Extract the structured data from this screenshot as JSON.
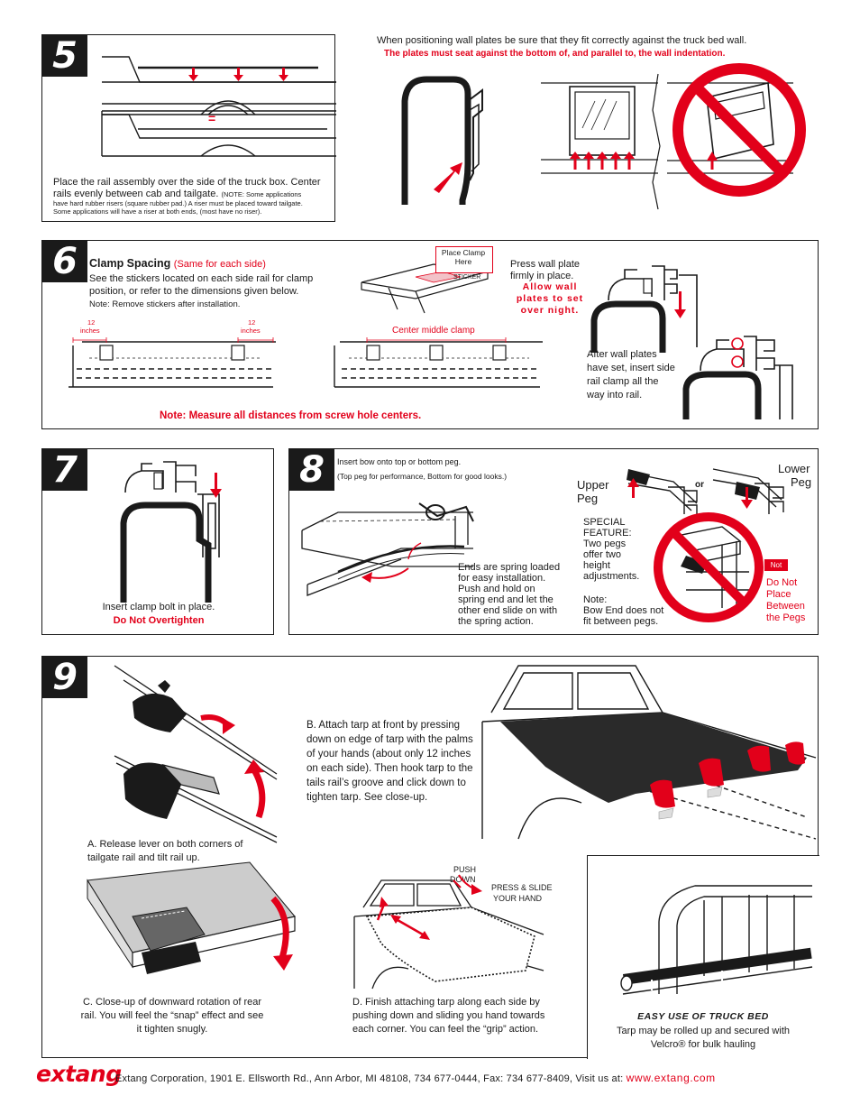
{
  "step5": {
    "number": "5",
    "equal_sign": "=",
    "intro_line1": "When positioning wall plates be sure that they fit correctly against the truck bed wall.",
    "intro_line2": "The plates must seat against the bottom of, and parallel to, the wall indentation.",
    "body_line1": "Place the rail assembly over the side of the truck box. Center",
    "body_line2": "rails evenly between cab and tailgate.",
    "note_line1": "(NOTE: Some applications",
    "note_line2": "have hard rubber risers (square rubber pad.) A riser must be placed toward tailgate.",
    "note_line3": "Some applications will have a riser at both ends, (most have no riser)."
  },
  "step6": {
    "number": "6",
    "title": "Clamp Spacing",
    "title_note": "(Same for each side)",
    "body_line1": "See the stickers located on each side rail for clamp",
    "body_line2": "position, or refer to the dimensions given below.",
    "body_line3": "Note: Remove stickers after installation.",
    "dim_left_1": "12",
    "dim_left_2": "inches",
    "dim_right_1": "12",
    "dim_right_2": "inches",
    "center_label": "Center middle clamp",
    "sticker_line1": "Place Clamp",
    "sticker_line2": "Here",
    "sticker_label": "STICKER",
    "press_line1": "Press wall plate",
    "press_line2": "firmly in place.",
    "allow_line1": "Allow wall",
    "allow_line2": "plates to set",
    "allow_line3": "over night.",
    "after_line1": "After wall plates",
    "after_line2": "have set, insert side",
    "after_line3": "rail clamp all the",
    "after_line4": "way into rail.",
    "measure_note": "Note: Measure all distances from screw hole centers."
  },
  "step7": {
    "number": "7",
    "line1": "Insert clamp bolt in place.",
    "line2": "Do Not Overtighten"
  },
  "step8": {
    "number": "8",
    "instr_line1": "Insert bow onto top or bottom peg.",
    "instr_line2": "(Top peg for performance, Bottom for good looks.)",
    "upper_1": "Upper",
    "upper_2": "Peg",
    "or": "or",
    "lower_1": "Lower",
    "lower_2": "Peg",
    "ends_1": "Ends are spring loaded",
    "ends_2": "for easy installation.",
    "ends_3": "Push and hold on",
    "ends_4": "spring end and let the",
    "ends_5": "other end slide on with",
    "ends_6": "the spring action.",
    "special_1": "SPECIAL",
    "special_2": "FEATURE:",
    "special_3": "Two pegs",
    "special_4": "offer two",
    "special_5": "height",
    "special_6": "adjustments.",
    "note_1": "Note:",
    "note_2": "Bow End does not",
    "note_3": "fit between pegs.",
    "not_tag": "Not",
    "donot_1": "Do Not",
    "donot_2": "Place",
    "donot_3": "Between",
    "donot_4": "the Pegs"
  },
  "step9": {
    "number": "9",
    "b_1": "B. Attach tarp at front by pressing",
    "b_2": "down on edge of tarp with the palms",
    "b_3": "of your hands (about only 12 inches",
    "b_4": "on each side). Then hook tarp to the",
    "b_5": "tails rail’s groove and click down to",
    "b_6": "tighten tarp. See close-up.",
    "a_1": "A. Release lever on both corners of",
    "a_2": "tailgate rail and tilt rail up.",
    "push_1": "PUSH",
    "push_2": "DOWN",
    "press_1": "PRESS & SLIDE",
    "press_2": "YOUR HAND",
    "c_1": "C. Close-up of downward rotation of rear",
    "c_2": "rail. You will feel the “snap” effect and see",
    "c_3": "it tighten snugly.",
    "d_1": "D. Finish attaching tarp along each side by",
    "d_2": "pushing down and sliding you hand towards",
    "d_3": "each corner. You can feel the “grip” action.",
    "easy_title": "EASY USE OF TRUCK BED",
    "easy_1": "Tarp may be rolled up and secured with",
    "easy_2": "Velcro® for bulk hauling"
  },
  "footer": {
    "logo": "extang",
    "address": "Extang Corporation, 1901 E. Ellsworth Rd., Ann Arbor, MI 48108, 734 677-0444, Fax: 734 677-8409, Visit us at:",
    "url": "www.extang.com"
  },
  "colors": {
    "accent": "#e2001a",
    "ink": "#1a1a1a"
  }
}
